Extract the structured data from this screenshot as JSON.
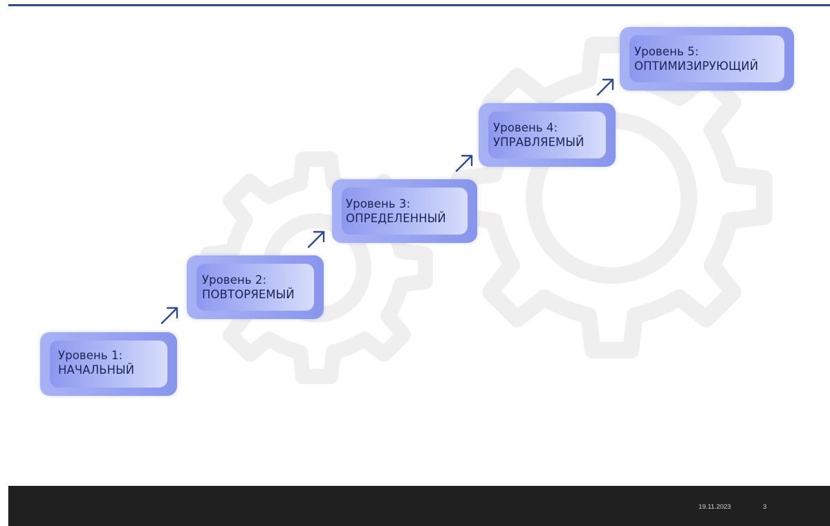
{
  "slide": {
    "steps": [
      {
        "line1": "Уровень 1:",
        "line2": "НАЧАЛЬНЫЙ"
      },
      {
        "line1": "Уровень 2:",
        "line2": "ПОВТОРЯЕМЫЙ"
      },
      {
        "line1": "Уровень 3:",
        "line2": "ОПРЕДЕЛЕННЫЙ"
      },
      {
        "line1": "Уровень 4:",
        "line2": "УПРАВЛЯЕМЫЙ"
      },
      {
        "line1": "Уровень 5:",
        "line2": "ОПТИМИЗИРУЮЩИЙ"
      }
    ],
    "arrow_icon": "arrow-up-right-icon",
    "background_icon": "gear-icon"
  },
  "footer": {
    "date": "19.11.2023",
    "page_number": "3"
  },
  "colors": {
    "accent": "#2e4a8c",
    "step_fill": "#9aa5f1",
    "footer_bg": "#202020"
  }
}
